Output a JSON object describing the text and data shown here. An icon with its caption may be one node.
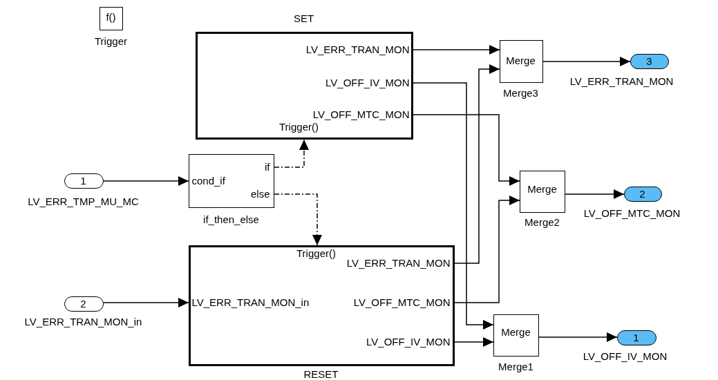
{
  "diagram": {
    "nodes": [
      {
        "text": [
          "f()",
          "Trigger"
        ]
      },
      {
        "text": [
          "SET",
          "LV_ERR_TRAN_MON",
          "LV_OFF_IV_MON",
          "LV_OFF_MTC_MON",
          "Trigger()"
        ]
      },
      {
        "text": [
          "1",
          "LV_ERR_TMP_MU_MC"
        ]
      },
      {
        "text": [
          "cond_if",
          "if",
          "else",
          "if_then_else"
        ]
      },
      {
        "text": [
          "2",
          "LV_ERR_TRAN_MON_in"
        ]
      },
      {
        "text": [
          "Trigger()",
          "LV_ERR_TRAN_MON",
          "LV_ERR_TRAN_MON_in",
          "LV_OFF_MTC_MON",
          "LV_OFF_IV_MON",
          "RESET"
        ]
      },
      {
        "text": [
          "Merge",
          "Merge3"
        ]
      },
      {
        "text": [
          "3",
          "LV_ERR_TRAN_MON"
        ]
      },
      {
        "text": [
          "Merge",
          "Merge2"
        ]
      },
      {
        "text": [
          "2",
          "LV_OFF_MTC_MON"
        ]
      },
      {
        "text": [
          "Merge",
          "Merge1"
        ]
      },
      {
        "text": [
          "1",
          "LV_OFF_IV_MON"
        ]
      }
    ],
    "edges": [
      {
        "from": 1,
        "to": 6,
        "arrow": "to"
      },
      {
        "from": 1,
        "to": 10,
        "arrow": "to"
      },
      {
        "from": 1,
        "to": 8,
        "arrow": "to"
      },
      {
        "from": 2,
        "to": 3,
        "arrow": "to"
      },
      {
        "from": 3,
        "to": 1,
        "arrow": "to",
        "style": "dashed"
      },
      {
        "from": 3,
        "to": 5,
        "arrow": "to",
        "style": "dashed"
      },
      {
        "from": 4,
        "to": 5,
        "arrow": "to"
      },
      {
        "from": 5,
        "to": 6,
        "arrow": "to"
      },
      {
        "from": 5,
        "to": 8,
        "arrow": "to"
      },
      {
        "from": 5,
        "to": 10,
        "arrow": "to"
      },
      {
        "from": 6,
        "to": 7,
        "arrow": "to"
      },
      {
        "from": 8,
        "to": 9,
        "arrow": "to"
      },
      {
        "from": 10,
        "to": 11,
        "arrow": "to"
      }
    ]
  }
}
